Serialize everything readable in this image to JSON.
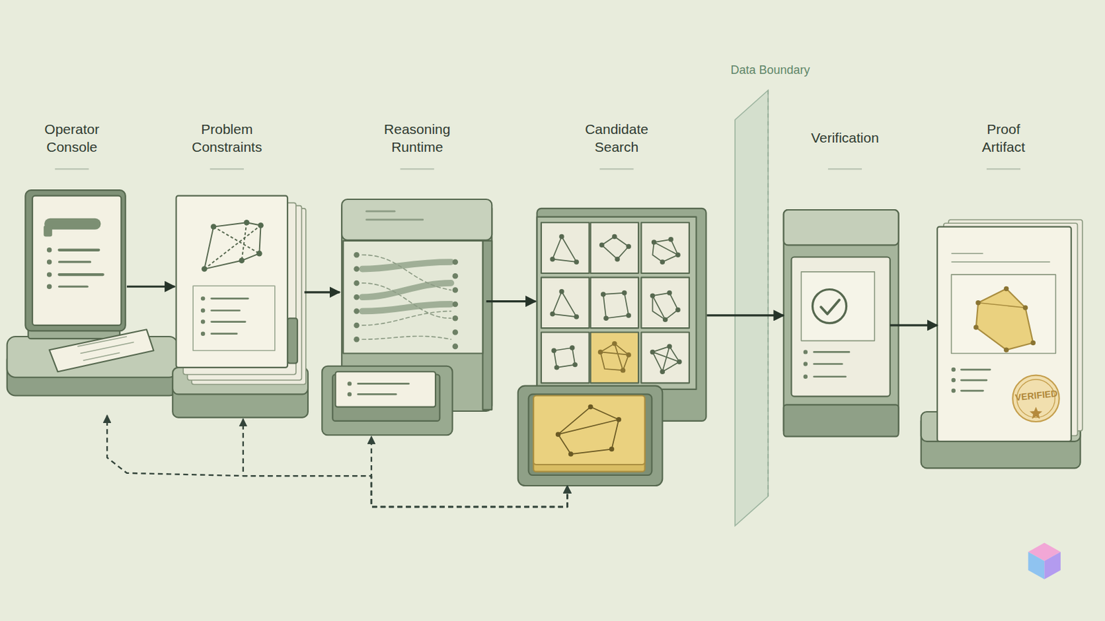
{
  "diagram": {
    "nodes": [
      {
        "text": [
          "Operator Console"
        ]
      },
      {
        "text": [
          "Problem Constraints"
        ]
      },
      {
        "text": [
          "Reasoning Runtime"
        ]
      },
      {
        "text": [
          "Candidate Search"
        ]
      },
      {
        "text": [
          "Verification"
        ]
      },
      {
        "text": [
          "Proof Artifact"
        ]
      }
    ],
    "edges": [
      {
        "from": 0,
        "to": 1,
        "arrow": "to"
      },
      {
        "from": 1,
        "to": 2,
        "arrow": "to"
      },
      {
        "from": 2,
        "to": 3,
        "arrow": "to"
      },
      {
        "from": 3,
        "to": 4,
        "arrow": "to"
      },
      {
        "from": 4,
        "to": 5,
        "arrow": "to"
      },
      {
        "from": 3,
        "to": 0,
        "arrow": "both"
      },
      {
        "from": 3,
        "to": 1,
        "arrow": "both"
      },
      {
        "from": 3,
        "to": 2,
        "arrow": "both"
      }
    ],
    "labels": [
      "Data Boundary",
      "VERIFIED"
    ]
  }
}
